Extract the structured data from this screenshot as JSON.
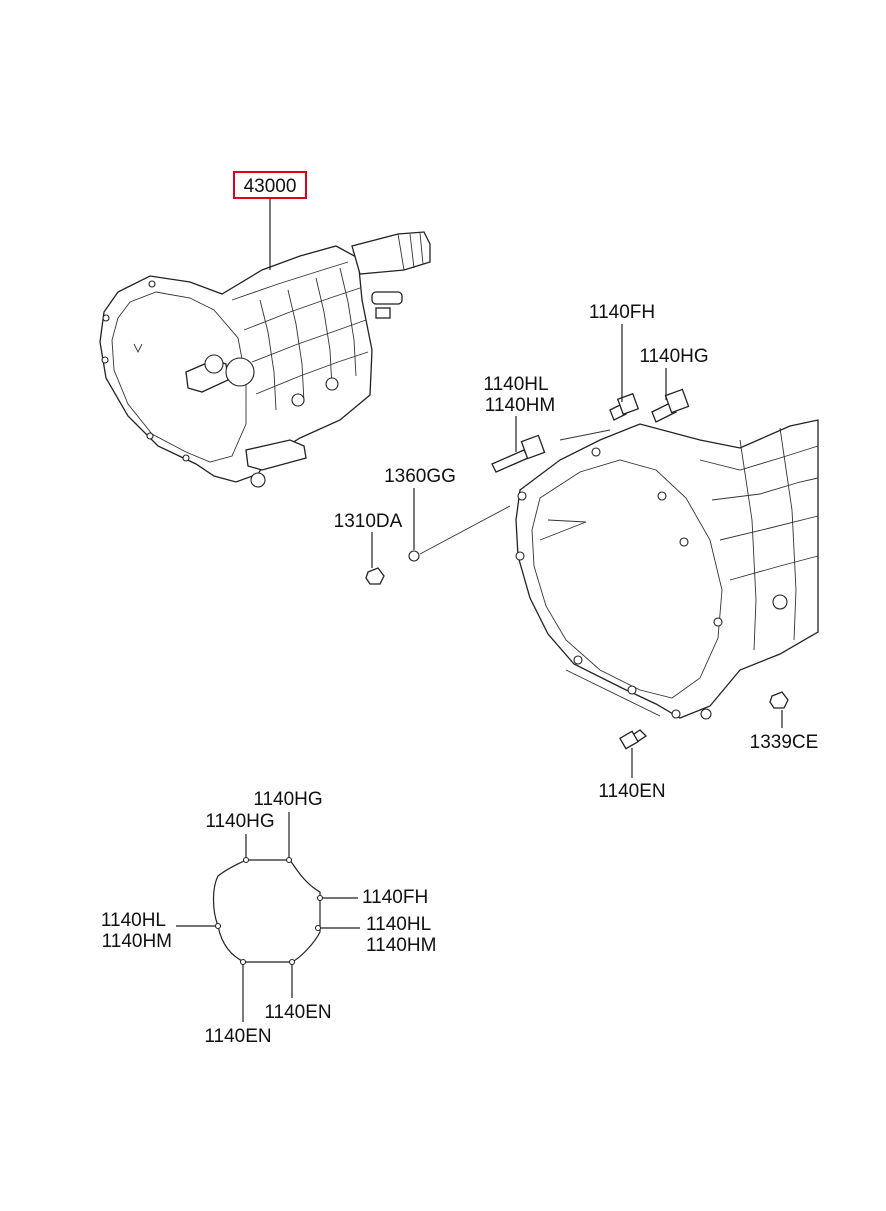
{
  "colors": {
    "highlight": "#e0001a",
    "line": "#222222",
    "background": "#ffffff"
  },
  "callouts": {
    "main_transmission": "43000",
    "top_bolt_a": "1140FH",
    "top_bolt_b": "1140HG",
    "long_bolt_1": "1140HL",
    "long_bolt_2": "1140HM",
    "dowel_pin": "1360GG",
    "nut_left": "1310DA",
    "nut_right": "1339CE",
    "bottom_bolt": "1140EN"
  },
  "bolt_pattern": {
    "top_left": "1140HG",
    "top_right": "1140HG",
    "right_upper": "1140FH",
    "right_mid_1": "1140HL",
    "right_mid_2": "1140HM",
    "left_mid_1": "1140HL",
    "left_mid_2": "1140HM",
    "bottom_right": "1140EN",
    "bottom_left": "1140EN"
  }
}
